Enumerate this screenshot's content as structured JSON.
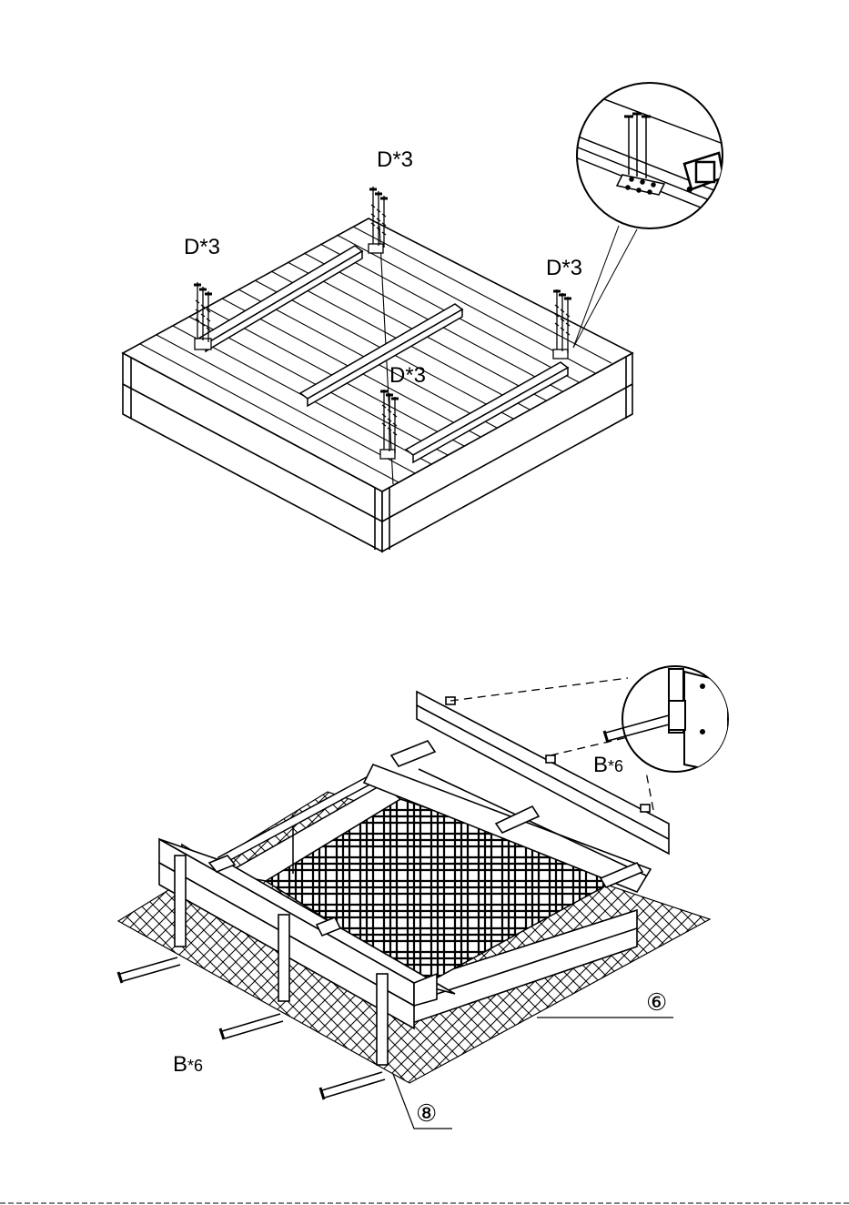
{
  "step1": {
    "callouts": [
      {
        "part": "D",
        "mult": "*3"
      },
      {
        "part": "D",
        "mult": "*3"
      },
      {
        "part": "D",
        "mult": "*3"
      },
      {
        "part": "D",
        "mult": "*3"
      }
    ]
  },
  "step2": {
    "callouts": [
      {
        "part": "B",
        "mult": "*6"
      },
      {
        "part": "B",
        "mult": "*6"
      }
    ],
    "part_numbers": [
      "⑥",
      "⑧"
    ]
  },
  "colors": {
    "line": "#000000",
    "background": "#ffffff"
  }
}
